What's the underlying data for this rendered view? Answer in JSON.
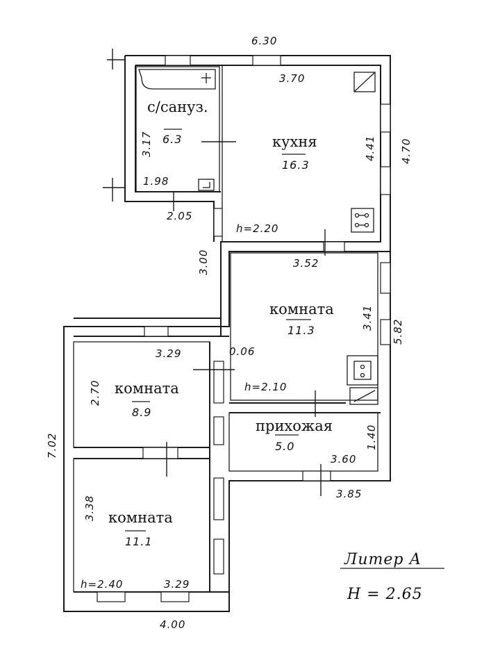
{
  "rooms": {
    "bath": {
      "name": "с/сануз.",
      "area": "6.3"
    },
    "kitchen": {
      "name": "кухня",
      "area": "16.3"
    },
    "room1": {
      "name": "комната",
      "area": "11.3"
    },
    "room2": {
      "name": "комната",
      "area": "8.9"
    },
    "room3": {
      "name": "комната",
      "area": "11.1"
    },
    "hall": {
      "name": "прихожая",
      "area": "5.0"
    }
  },
  "dimensions": {
    "top_overall": "6.30",
    "kitchen_width": "3.70",
    "kitchen_depth": "4.41",
    "right_upper": "4.70",
    "bath_depth": "3.17",
    "bath_width": "1.98",
    "bath_outer": "2.05",
    "kitchen_height": "h=2.20",
    "passage": "3.00",
    "room1_width": "3.52",
    "room1_depth": "3.41",
    "right_lower": "5.82",
    "room2_width": "3.29",
    "wall_gap": "0.06",
    "room1_height": "h=2.10",
    "room2_depth": "2.70",
    "left_overall": "7.02",
    "hall_depth": "1.40",
    "hall_width": "3.60",
    "bottom_right": "3.85",
    "room3_depth": "3.38",
    "room3_height": "h=2.40",
    "room3_width": "3.29",
    "bottom_overall": "4.00"
  },
  "legend": {
    "liter": "Литер А",
    "height": "Н = 2.65"
  }
}
